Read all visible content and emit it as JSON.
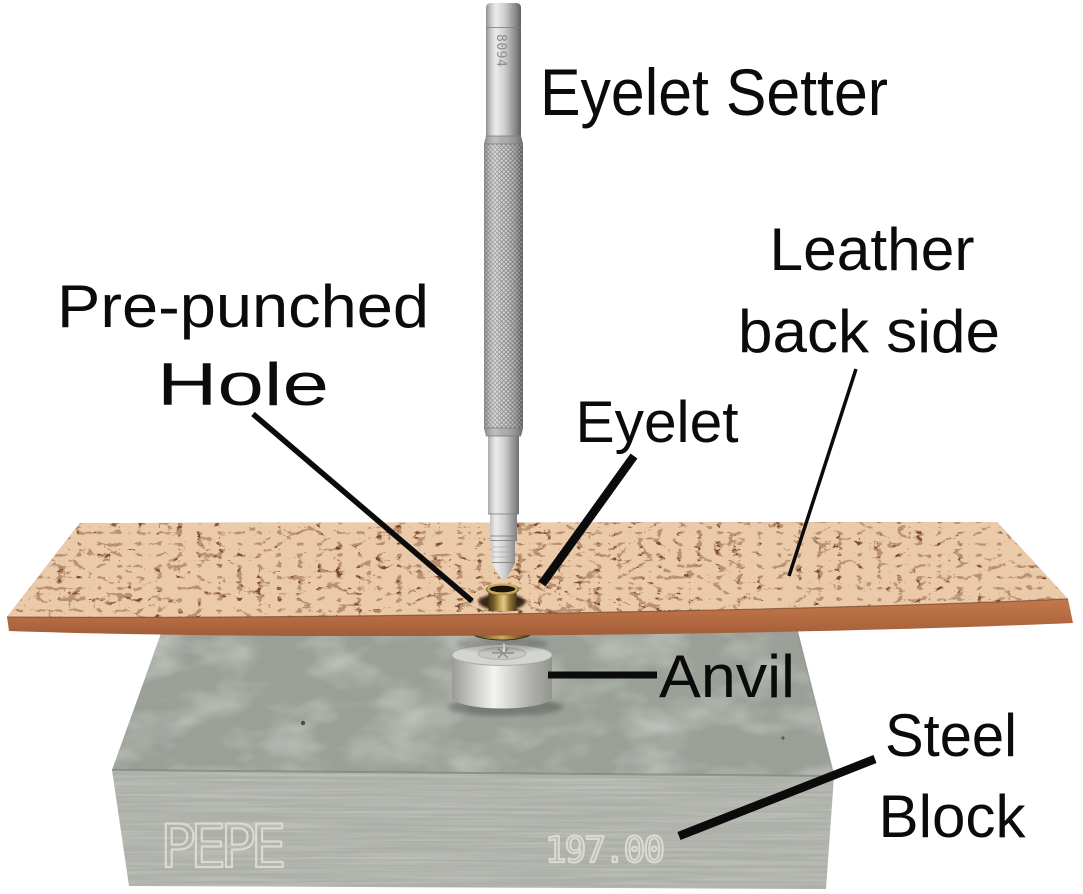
{
  "diagram": {
    "subject": "eyelet-setting-process",
    "background_color": "#ffffff"
  },
  "labels": {
    "eyelet_setter": "Eyelet Setter",
    "pre_punched_hole": {
      "line1": "Pre-punched",
      "line2": "Hole"
    },
    "leather_back_side": {
      "line1": "Leather",
      "line2": "back side"
    },
    "eyelet": "Eyelet",
    "anvil": "Anvil",
    "steel_block": {
      "line1": "Steel",
      "line2": "Block"
    }
  },
  "engravings": {
    "block_brand": "PEPE",
    "block_number": "197.00",
    "tool_number": "8094"
  },
  "colors": {
    "label_text": "#0b0b0b",
    "leather_base": "#7d4a2a",
    "leather_strand": "#d49a6b",
    "leather_front_edge": "#b56b42",
    "steel_block_top": "#9aa098",
    "steel_block_front": "#adb0a9",
    "anvil_silver": "#d4d5d0",
    "eyelet_brass": "#8a6f38",
    "engraving_color": "#d9dbd1",
    "tool_silver": "#c9c9c9"
  }
}
